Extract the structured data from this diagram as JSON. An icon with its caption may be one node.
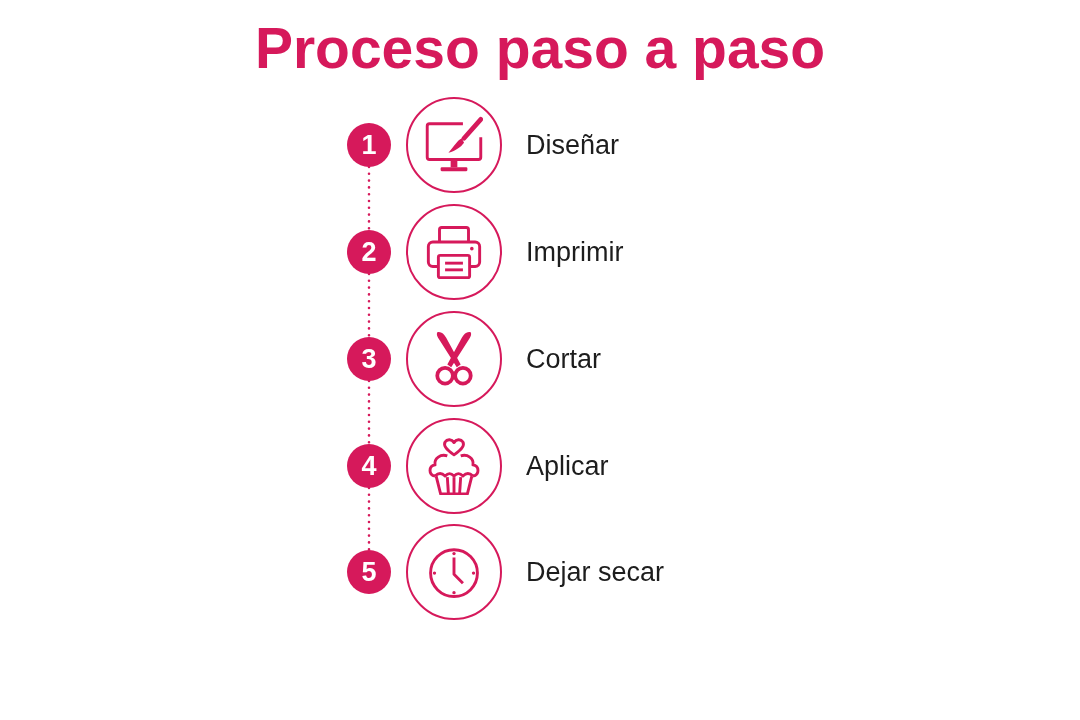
{
  "diagram": {
    "title": "Proceso paso a paso",
    "nodes": [
      {
        "text": [
          "1"
        ]
      },
      {
        "text": [],
        "shape": "picture",
        "beside": [
          "Diseñar"
        ]
      },
      {
        "text": [
          "2"
        ]
      },
      {
        "text": [],
        "shape": "picture",
        "beside": [
          "Imprimir"
        ]
      },
      {
        "text": [
          "3"
        ]
      },
      {
        "text": [],
        "shape": "picture",
        "beside": [
          "Cortar"
        ]
      },
      {
        "text": [
          "4"
        ]
      },
      {
        "text": [],
        "shape": "picture",
        "beside": [
          "Aplicar"
        ]
      },
      {
        "text": [
          "5"
        ]
      },
      {
        "text": [],
        "shape": "picture",
        "beside": [
          "Dejar secar"
        ]
      }
    ],
    "edges": [
      {
        "from": 0,
        "to": 2,
        "arrow": "none",
        "style": "dashed"
      },
      {
        "from": 2,
        "to": 4,
        "arrow": "none",
        "style": "dashed"
      },
      {
        "from": 4,
        "to": 6,
        "arrow": "none",
        "style": "dashed"
      },
      {
        "from": 6,
        "to": 8,
        "arrow": "none",
        "style": "dashed"
      }
    ]
  }
}
